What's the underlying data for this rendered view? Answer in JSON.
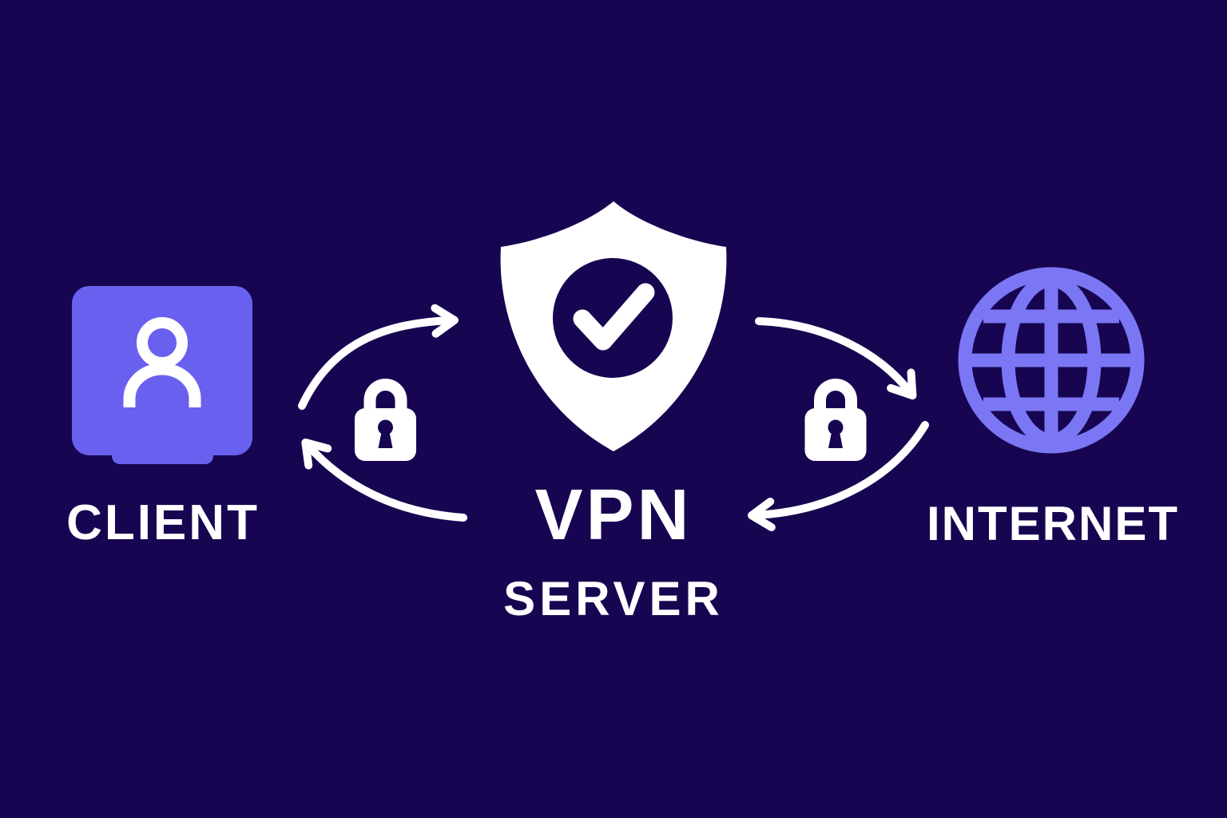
{
  "diagram": {
    "type": "vpn-connection-diagram",
    "labels": {
      "client": "CLIENT",
      "vpn": "VPN",
      "server": "SERVER",
      "internet": "INTERNET"
    },
    "nodes": [
      {
        "id": "client",
        "label": "CLIENT",
        "icon": "monitor-user-icon"
      },
      {
        "id": "vpn-server",
        "label": "VPN SERVER",
        "icon": "shield-check-icon"
      },
      {
        "id": "internet",
        "label": "INTERNET",
        "icon": "globe-icon"
      }
    ],
    "connections": [
      {
        "from": "client",
        "to": "vpn-server",
        "bidirectional": true,
        "encrypted": true,
        "icon": "padlock-icon"
      },
      {
        "from": "vpn-server",
        "to": "internet",
        "bidirectional": true,
        "encrypted": true,
        "icon": "padlock-icon"
      }
    ],
    "colors": {
      "bg": "#170551",
      "accent": "#6A60EF",
      "globe": "#7B76F3",
      "white": "#FFFFFF"
    }
  }
}
